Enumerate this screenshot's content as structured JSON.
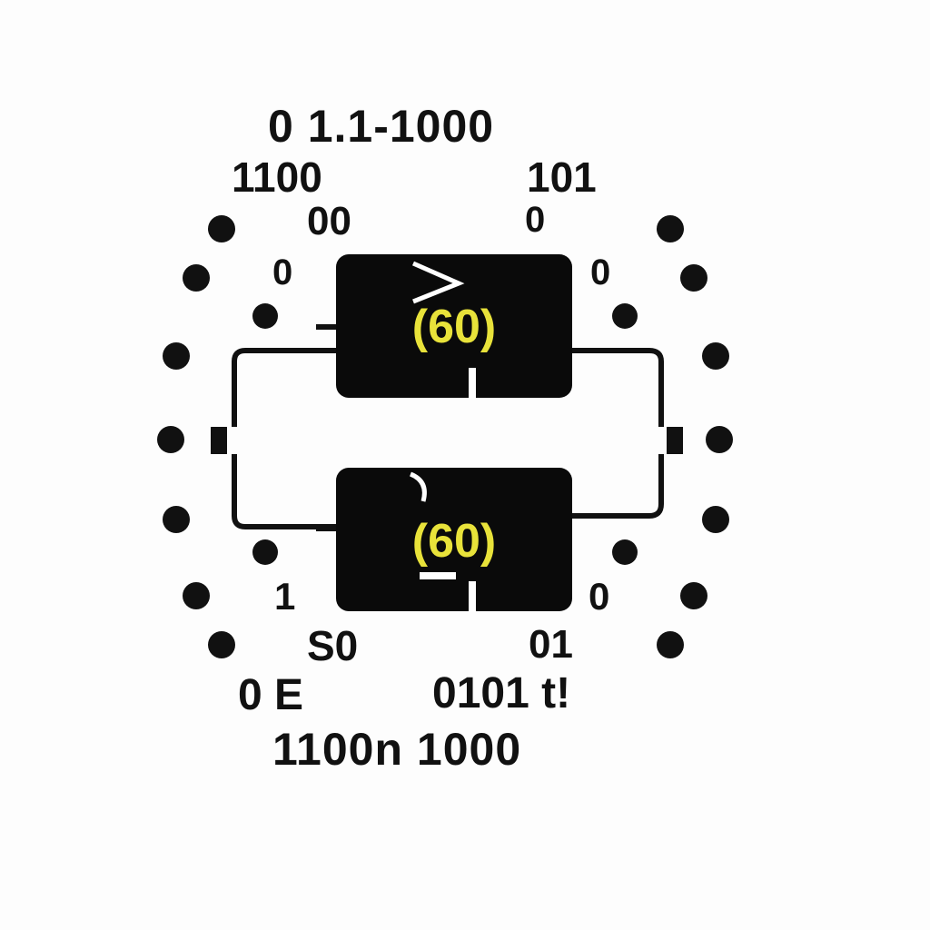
{
  "labels": {
    "top_row_1": "0   1.1-1000",
    "top_row_2_left": "1100",
    "top_row_2_right": "101",
    "top_row_3_left": "00",
    "top_row_3_right": "0",
    "mid_left": "0",
    "mid_right": "0",
    "low_left": "1",
    "low_right": "0",
    "bottom_row_1_left": "S0",
    "bottom_row_1_right": "01",
    "bottom_row_2_left": "0 E",
    "bottom_row_2_right": "0101 t!",
    "bottom_row_3": "1100n 1000"
  },
  "chips": {
    "top_label": "(60)",
    "bottom_label": "(60)"
  },
  "colors": {
    "chip_body": "#0a0a0a",
    "chip_text": "#e8e23a",
    "ink": "#111111",
    "background": "#fdfdfd"
  }
}
